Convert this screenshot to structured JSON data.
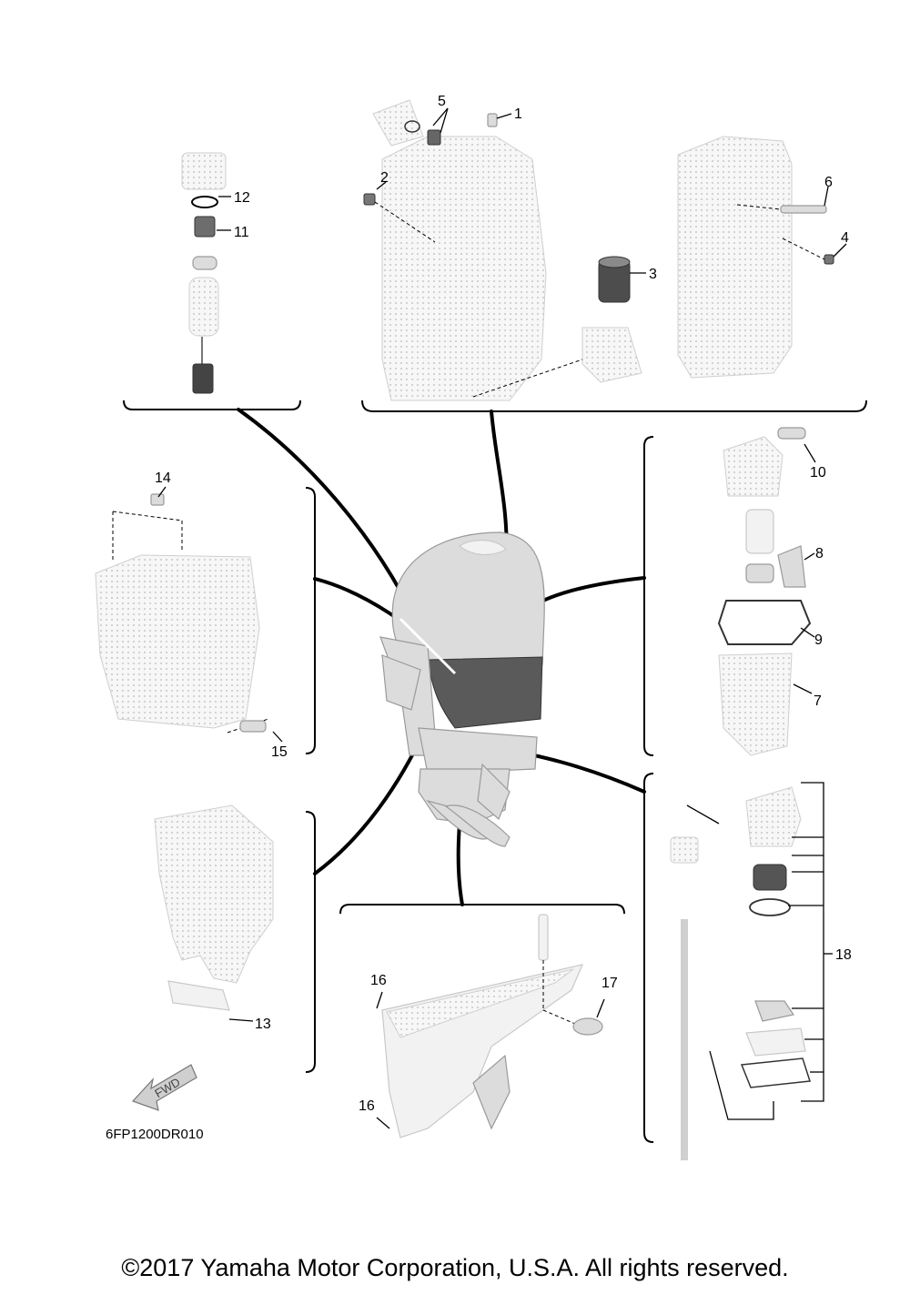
{
  "callouts": {
    "n1": "1",
    "n2": "2",
    "n3": "3",
    "n4": "4",
    "n5": "5",
    "n6": "6",
    "n7": "7",
    "n8": "8",
    "n9": "9",
    "n10": "10",
    "n11": "11",
    "n12": "12",
    "n13": "13",
    "n14": "14",
    "n15": "15",
    "n16a": "16",
    "n16b": "16",
    "n17": "17",
    "n18": "18"
  },
  "fwd_label": "FWD",
  "diagram_code": "6FP1200DR010",
  "copyright": "©2017 Yamaha Motor Corporation, U.S.A. All rights reserved."
}
